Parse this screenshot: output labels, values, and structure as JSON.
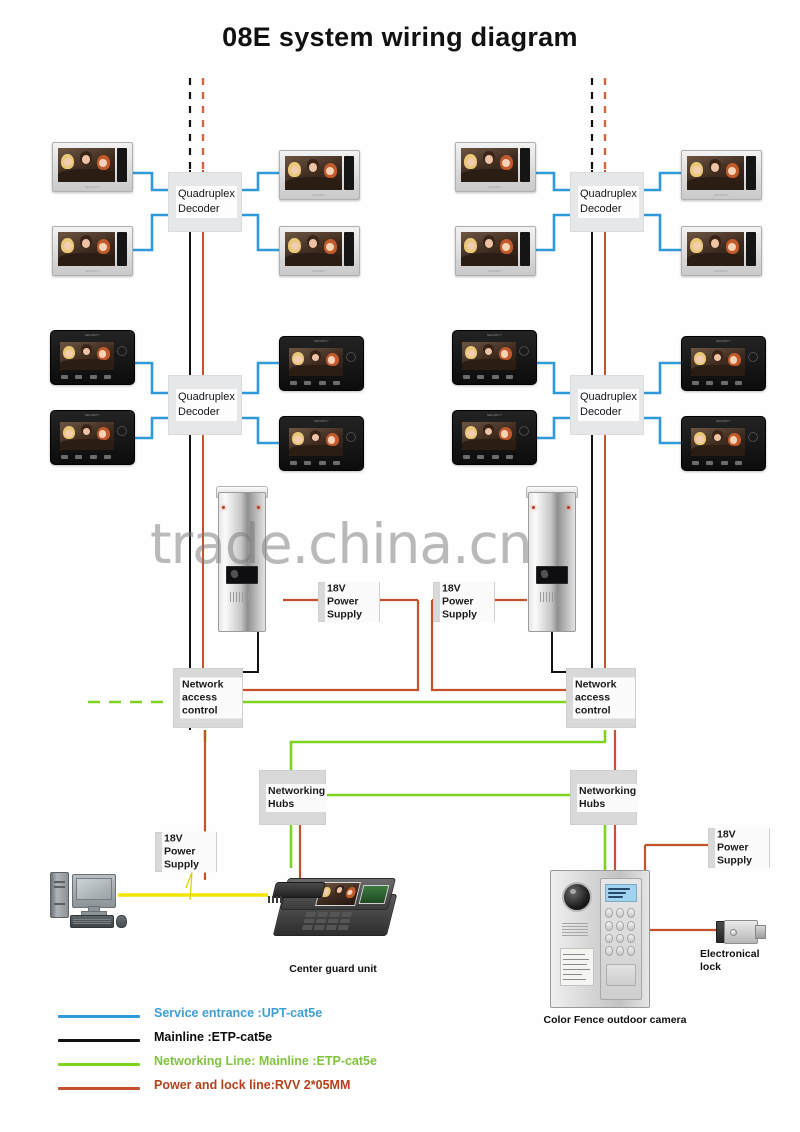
{
  "title": "08E system wiring diagram",
  "watermark": "trade.china.cn",
  "colors": {
    "service_entrance_blue": "#2e9ada",
    "mainline_black": "#111111",
    "networking_green": "#7ed321",
    "power_lock_orange": "#c4522b",
    "pc_link_yellow": "#f2e500",
    "box_grey": "#d9d9d9"
  },
  "boxes": {
    "decoder_label": "Quadruplex\nDecoder",
    "power_supply_label": "18V Power\nSupply",
    "network_access_label": "Network access\n control",
    "networking_hubs_label": "Networking\nHubs"
  },
  "decoders": [
    {
      "id": "decoder-top-left",
      "label": "Quadruplex\nDecoder"
    },
    {
      "id": "decoder-top-right",
      "label": "Quadruplex\nDecoder"
    },
    {
      "id": "decoder-mid-left",
      "label": "Quadruplex\nDecoder"
    },
    {
      "id": "decoder-mid-right",
      "label": "Quadruplex\nDecoder"
    }
  ],
  "power_supplies": [
    {
      "id": "psu-left-door",
      "label": "18V Power\nSupply"
    },
    {
      "id": "psu-right-door",
      "label": "18V Power\nSupply"
    },
    {
      "id": "psu-bottom-left",
      "label": "18V Power\nSupply"
    },
    {
      "id": "psu-bottom-right",
      "label": "18V Power\nSupply"
    }
  ],
  "access_controls": [
    {
      "id": "nac-left",
      "label": "Network access\n control"
    },
    {
      "id": "nac-right",
      "label": "Network access\n control"
    }
  ],
  "hubs": [
    {
      "id": "hub-left",
      "label": "Networking\nHubs"
    },
    {
      "id": "hub-right",
      "label": "Networking\nHubs"
    }
  ],
  "captions": {
    "guard_unit": "Center guard unit",
    "fence_camera": "Color Fence outdoor camera",
    "electronic_lock": "Electronical\nlock"
  },
  "legend": [
    {
      "color": "#2e9ada",
      "label": "Service entrance :UPT-cat5e",
      "text_color": "#3f9fd4",
      "style": "solid"
    },
    {
      "color": "#111111",
      "label": "Mainline :ETP-cat5e",
      "text_color": "#0d0d0d",
      "style": "solid"
    },
    {
      "color": "#7ed321",
      "label": "Networking Line: Mainline :ETP-cat5e",
      "text_color": "#82c341",
      "style": "solid"
    },
    {
      "color": "#c4522b",
      "label": "Power and lock line:RVV 2*05MM",
      "text_color": "#b4411d",
      "style": "solid"
    }
  ],
  "monitor_groups": [
    {
      "id": "monitors-row1",
      "style": "white-bezel",
      "count": 8
    },
    {
      "id": "monitors-row2",
      "style": "black-bezel",
      "count": 8
    }
  ]
}
